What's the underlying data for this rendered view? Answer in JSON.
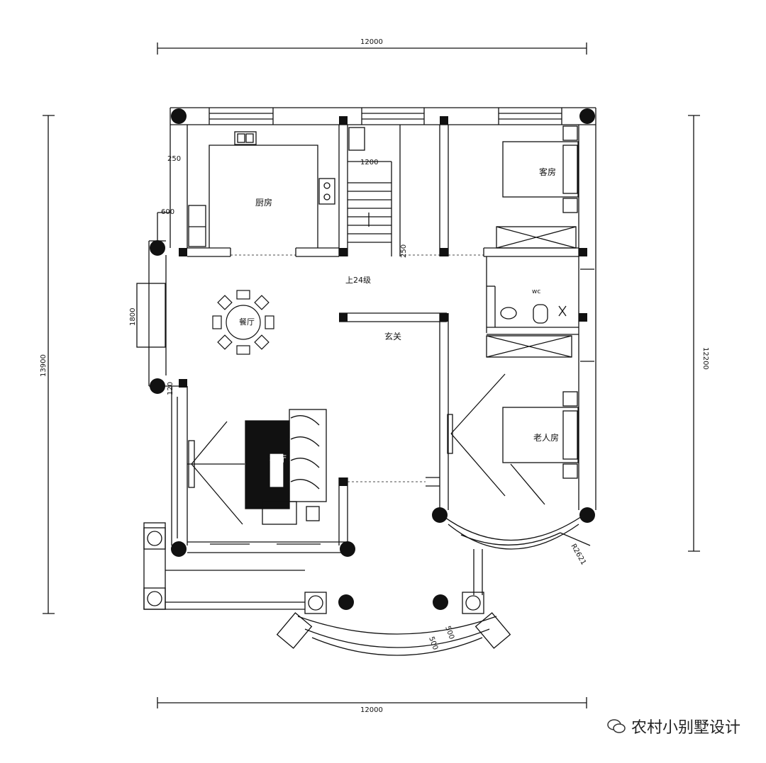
{
  "dimensions": {
    "top_width": "12000",
    "bottom_width": "12000",
    "left_height": "13900",
    "right_height": "12200",
    "d_250_top": "250",
    "d_600": "600",
    "d_1200": "1200",
    "d_250_stair": "250",
    "d_1800": "1800",
    "d_120": "120",
    "radius": "R2621",
    "d_500a": "500",
    "d_500b": "500"
  },
  "rooms": {
    "kitchen": "厨房",
    "guest_room": "客房",
    "dining": "餐厅",
    "stairs": "上24级",
    "foyer": "玄关",
    "wc": "wc",
    "elder_room": "老人房",
    "living": "客厅"
  },
  "watermark": "农村小别墅设计"
}
